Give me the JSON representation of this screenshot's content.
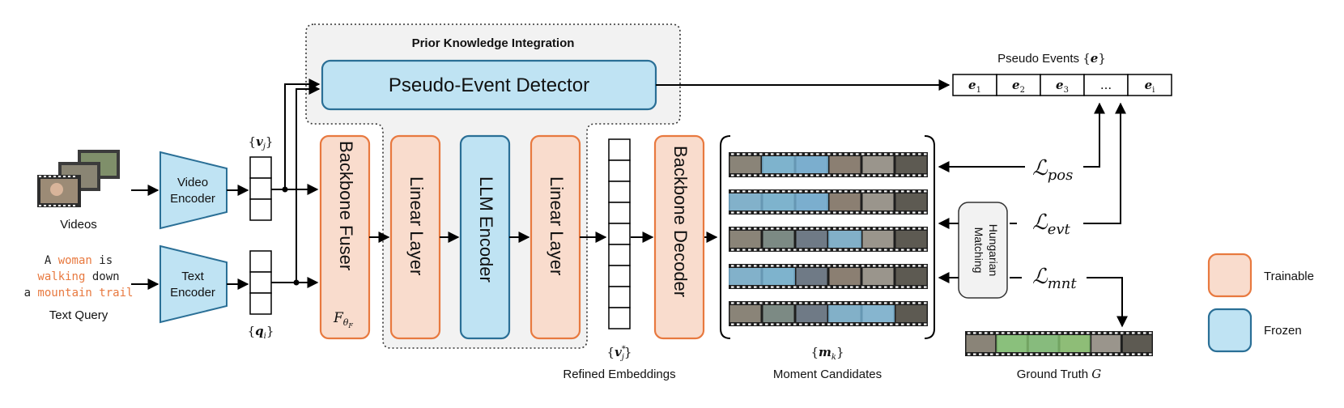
{
  "colors": {
    "trainable_fill": "#f9dccd",
    "trainable_stroke": "#e8793f",
    "frozen_fill": "#bfe3f3",
    "frozen_stroke": "#2a6f96",
    "prior_bg": "#f2f2f2",
    "query_highlight": "#e8793f",
    "gt_highlight": "#8fd17a",
    "moment_highlight": "#7fc0e6"
  },
  "prior_title": "Prior Knowledge Integration",
  "ped_label": "Pseudo-Event Detector",
  "inputs": {
    "videos_label": "Videos",
    "query_line1_a": "A ",
    "query_line1_b": "woman",
    "query_line1_c": " is",
    "query_line2_a": "walking",
    "query_line2_b": " down",
    "query_line3_a": "a ",
    "query_line3_b": "mountain trail",
    "text_query_label": "Text Query"
  },
  "encoders": {
    "video_line1": "Video",
    "video_line2": "Encoder",
    "text_line1": "Text",
    "text_line2": "Encoder"
  },
  "tokens": {
    "v_label_open": "{",
    "v_label_sym": "v",
    "v_label_sub": "j",
    "v_label_close": "}",
    "q_label_open": "{",
    "q_label_sym": "q",
    "q_label_sub": "i",
    "q_label_close": "}"
  },
  "blocks": {
    "fuser": "Backbone Fuser",
    "fuser_sym": "F",
    "fuser_sub": "θ",
    "fuser_subsub": "F",
    "linear1": "Linear Layer",
    "llm": "LLM Encoder",
    "linear2": "Linear Layer",
    "decoder": "Backbone Decoder"
  },
  "refined": {
    "sym_open": "{",
    "sym": "v",
    "sub": "j",
    "sup": "*",
    "sym_close": "}",
    "label": "Refined Embeddings"
  },
  "moments": {
    "sym_open": "{",
    "sym": "m",
    "sub": "k",
    "sym_close": "}",
    "label": "Moment Candidates",
    "rows_highlight": [
      [
        1,
        3
      ],
      [
        0,
        3
      ],
      [
        3,
        4
      ],
      [
        0,
        2
      ],
      [
        3,
        5
      ]
    ]
  },
  "events": {
    "title_prefix": "Pseudo Events ",
    "title_open": "{",
    "title_sym": "e",
    "title_close": "}",
    "cells": [
      {
        "sym": "e",
        "sub": "1"
      },
      {
        "sym": "e",
        "sub": "2"
      },
      {
        "sym": "e",
        "sub": "3"
      },
      {
        "sym": "...",
        "sub": ""
      },
      {
        "sym": "e",
        "sub": "i"
      }
    ]
  },
  "losses": {
    "pos_sym": "ℒ",
    "pos_sub": "pos",
    "evt_sym": "ℒ",
    "evt_sub": "evt",
    "mnt_sym": "ℒ",
    "mnt_sub": "mnt"
  },
  "hungarian_line1": "Hungarian",
  "hungarian_line2": "Matching",
  "ground_truth": {
    "label": "Ground Truth ",
    "sym": "G",
    "highlight": [
      1,
      4
    ]
  },
  "legend": {
    "trainable": "Trainable",
    "frozen": "Frozen"
  }
}
